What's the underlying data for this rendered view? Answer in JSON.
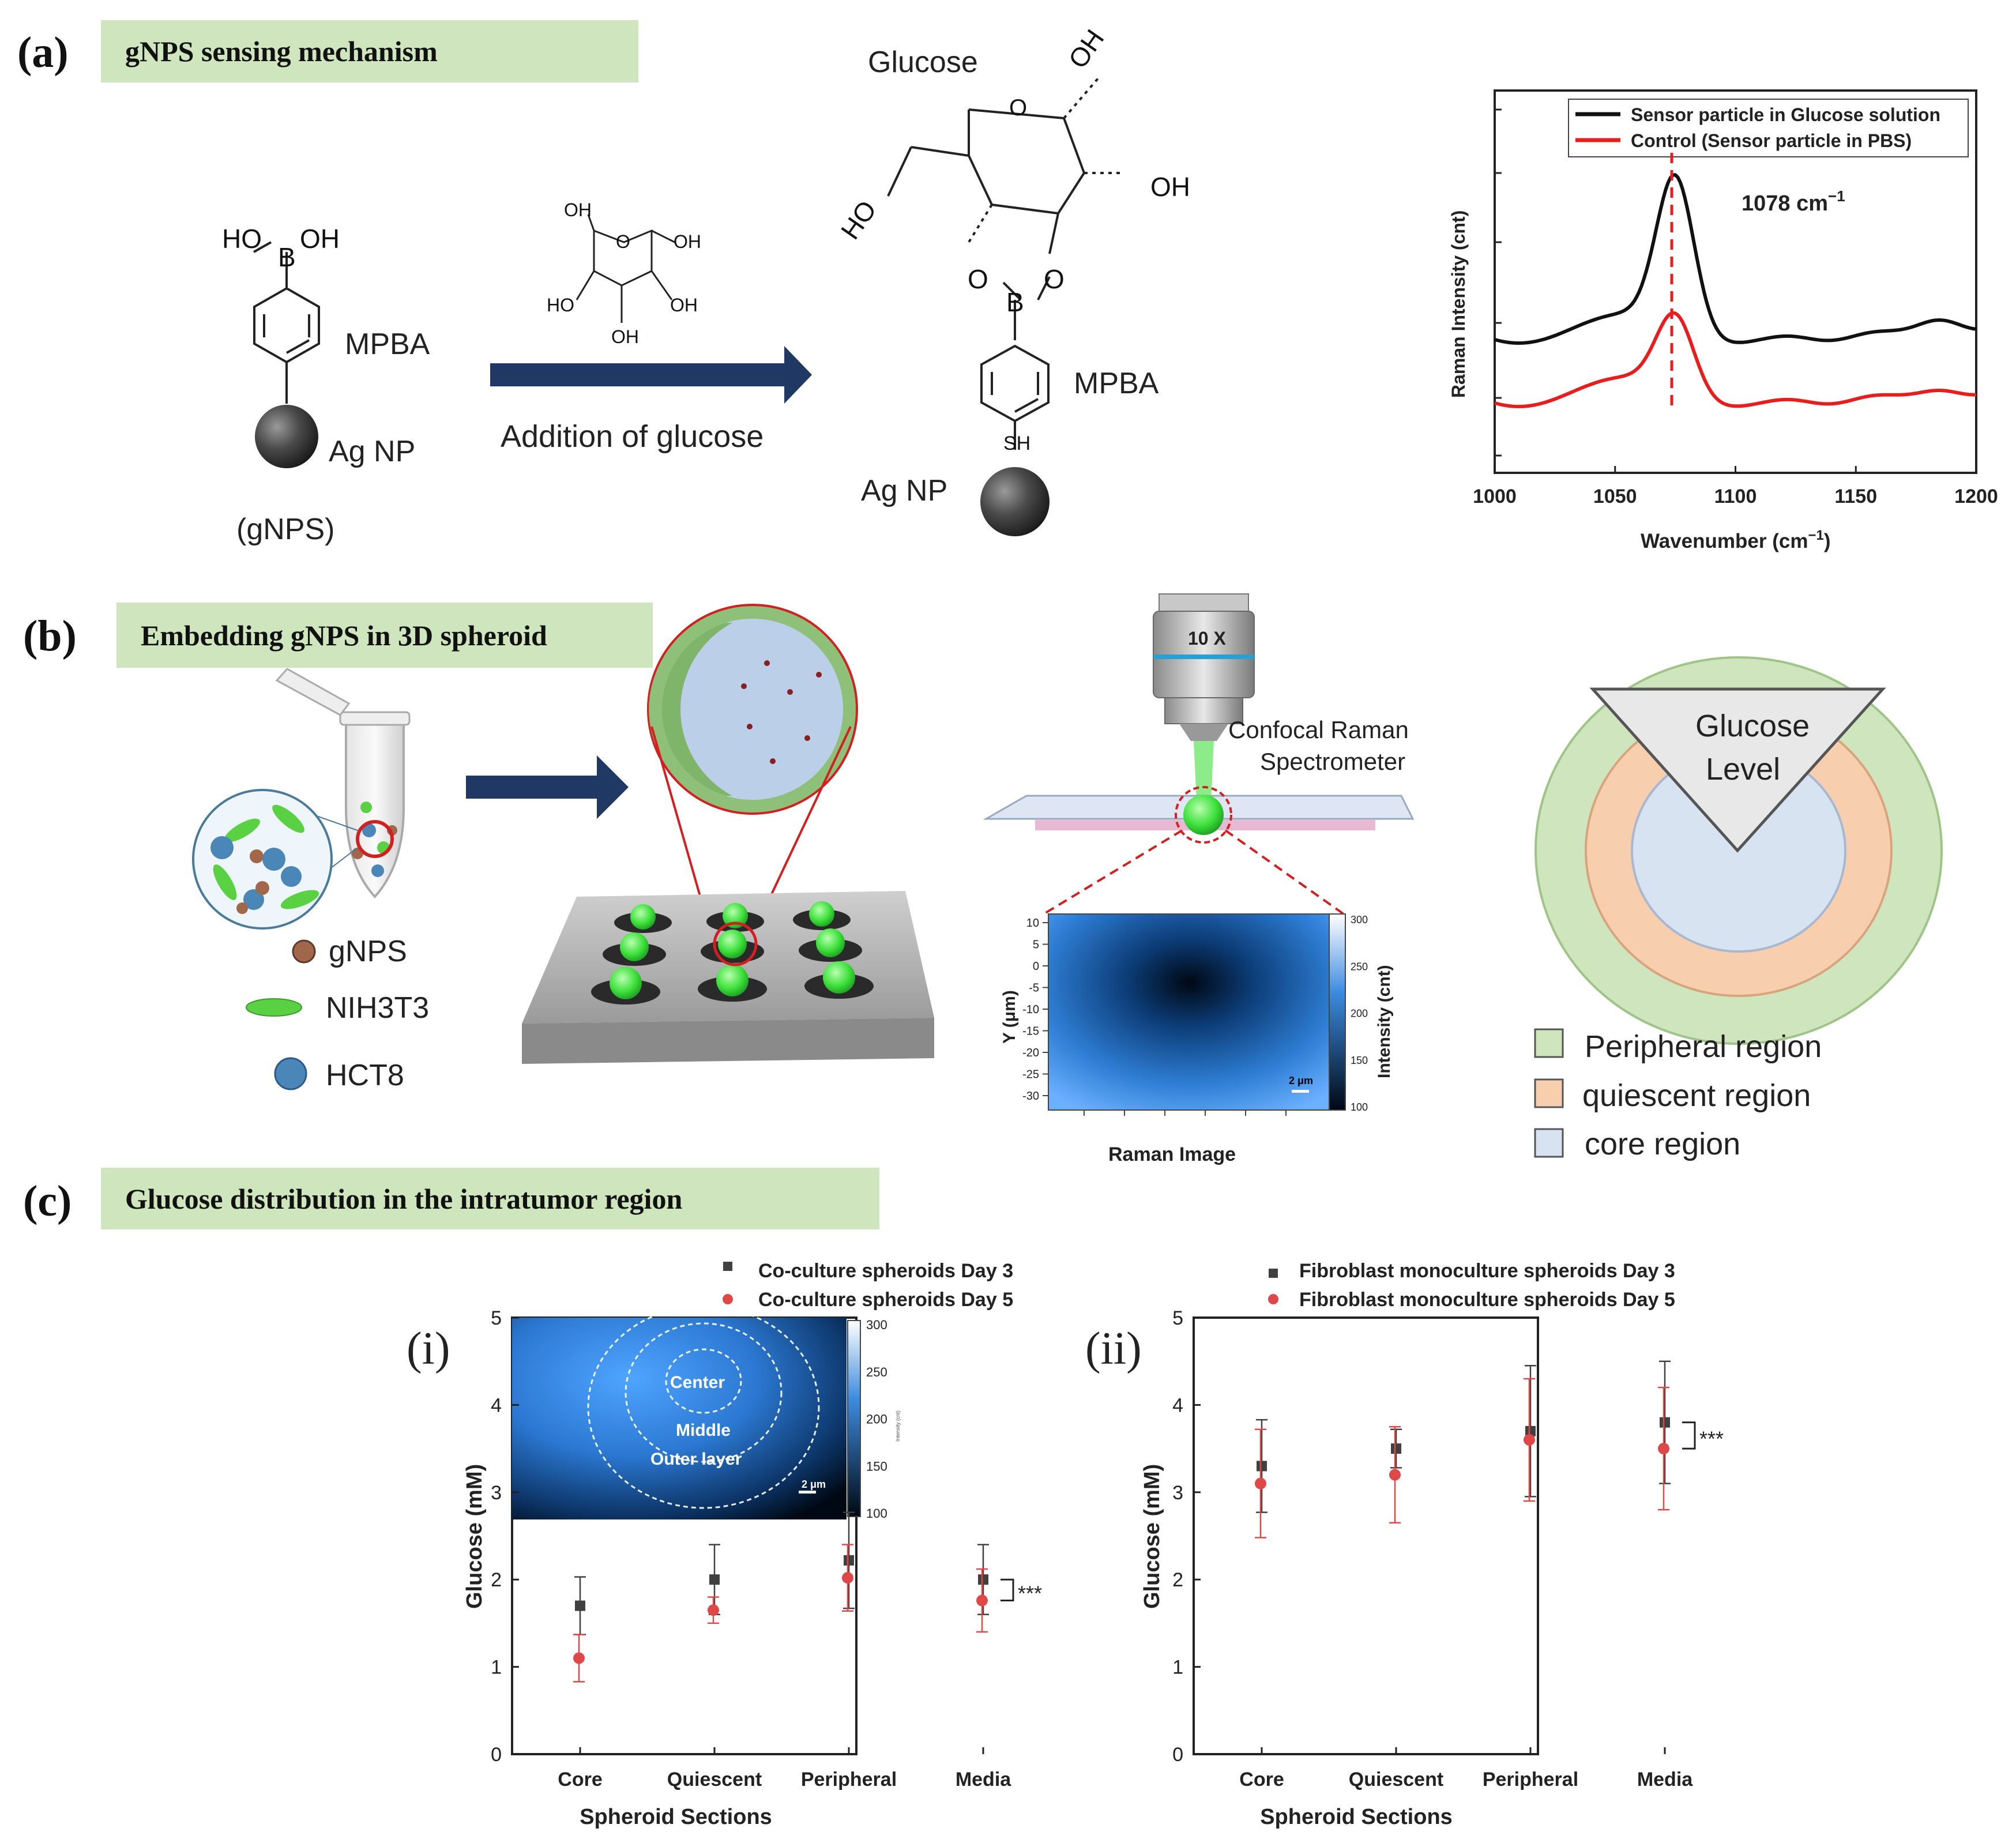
{
  "panels": {
    "a": {
      "letter": "(a)",
      "banner": "gNPS sensing mechanism"
    },
    "b": {
      "letter": "(b)",
      "banner": "Embedding gNPS in 3D spheroid"
    },
    "c": {
      "letter": "(c)",
      "banner": "Glucose distribution in the intratumor region"
    }
  },
  "mechanism": {
    "left_molecule": {
      "boronic": "HO",
      "boronic2": "OH",
      "boron": "B",
      "linker": "MPBA",
      "particle": "Ag NP",
      "caption": "(gNPS)"
    },
    "glucose_small": {
      "oh_top": "OH",
      "oh_right": "OH",
      "ho_left": "HO",
      "oh_r2": "OH",
      "oh_bottom": "OH",
      "ring_o": "O"
    },
    "arrow_label": "Addition of glucose",
    "product": {
      "title": "Glucose",
      "oh1": "OH",
      "oh2": "OH",
      "ho": "HO",
      "ring_o": "O",
      "o_left": "O",
      "o_right": "O",
      "boron": "B",
      "linker": "MPBA",
      "thiol": "SH",
      "particle": "Ag NP"
    }
  },
  "raman_chart": {
    "legend": [
      "Sensor particle in Glucose solution",
      "Control (Sensor particle in PBS)"
    ],
    "peak_label": "1078 cm",
    "peak_sup": "−1",
    "xlabel": "Wavenumber (cm",
    "xlabel_sup": "−1",
    "xlabel_end": ")",
    "ylabel": "Raman Intensity (cnt)",
    "xticks": [
      "1000",
      "1050",
      "1100",
      "1150",
      "1200"
    ]
  },
  "spheroid_prep": {
    "legend": [
      {
        "label": "gNPS",
        "icon": "gnps-particle-icon",
        "color": "#a0674a"
      },
      {
        "label": "NIH3T3",
        "icon": "fibroblast-cell-icon",
        "color": "#5ad142"
      },
      {
        "label": "HCT8",
        "icon": "tumor-cell-icon",
        "color": "#4a86b8"
      }
    ],
    "objective_label": "10 X",
    "spectrometer": "Confocal Raman",
    "spectrometer2": "Spectrometer",
    "raman_image": {
      "title": "Raman Image",
      "ylabel": "Y (μm)",
      "yticks": [
        "10",
        "5",
        "0",
        "-5",
        "-10",
        "-15",
        "-20",
        "-25",
        "-30"
      ],
      "cbar_label": "Intensity (cnt)",
      "cbar_ticks": [
        "300",
        "250",
        "200",
        "150",
        "100"
      ],
      "scale": "2 μm"
    },
    "zones": {
      "title1": "Glucose",
      "title2": "Level",
      "legend": [
        {
          "label": "Peripheral region",
          "color": "#cfe5bd"
        },
        {
          "label": "quiescent region",
          "color": "#f8cfae"
        },
        {
          "label": "core region",
          "color": "#d8e3f2"
        }
      ]
    }
  },
  "chart_data": [
    {
      "type": "scatter",
      "panel": "(i)",
      "categories": [
        "Core",
        "Quiescent",
        "Peripheral",
        "Media"
      ],
      "xlabel": "Spheroid Sections",
      "ylabel": "Glucose (mM)",
      "ylim": [
        0,
        5
      ],
      "yticks": [
        "0",
        "1",
        "2",
        "3",
        "4",
        "5"
      ],
      "series": [
        {
          "name": "Co-culture spheroids Day 3",
          "color": "#404040",
          "marker": "square",
          "values": [
            1.7,
            2.0,
            2.22,
            2.0
          ],
          "err": [
            0.33,
            0.4,
            0.55,
            0.4
          ]
        },
        {
          "name": "Co-culture spheroids Day 5",
          "color": "#e04848",
          "marker": "circle",
          "values": [
            1.1,
            1.65,
            2.02,
            1.76
          ],
          "err": [
            0.27,
            0.15,
            0.38,
            0.36
          ]
        }
      ],
      "significance": "***",
      "inset": {
        "labels": [
          "Center",
          "Middle",
          "Outer layer"
        ],
        "cbar_ticks": [
          "300",
          "250",
          "200",
          "150",
          "100"
        ],
        "scale": "2 μm",
        "cbar_label": "Intensity (cnt)"
      }
    },
    {
      "type": "scatter",
      "panel": "(ii)",
      "categories": [
        "Core",
        "Quiescent",
        "Peripheral",
        "Media"
      ],
      "xlabel": "Spheroid Sections",
      "ylabel": "Glucose (mM)",
      "ylim": [
        0,
        5
      ],
      "yticks": [
        "0",
        "1",
        "2",
        "3",
        "4",
        "5"
      ],
      "series": [
        {
          "name": "Fibroblast monoculture spheroids Day 3",
          "color": "#404040",
          "marker": "square",
          "values": [
            3.3,
            3.5,
            3.7,
            3.8
          ],
          "err": [
            0.53,
            0.22,
            0.75,
            0.7
          ]
        },
        {
          "name": "Fibroblast monoculture spheroids Day 5",
          "color": "#e04848",
          "marker": "circle",
          "values": [
            3.1,
            3.2,
            3.6,
            3.5
          ],
          "err": [
            0.62,
            0.55,
            0.7,
            0.7
          ]
        }
      ],
      "significance": "***"
    }
  ]
}
